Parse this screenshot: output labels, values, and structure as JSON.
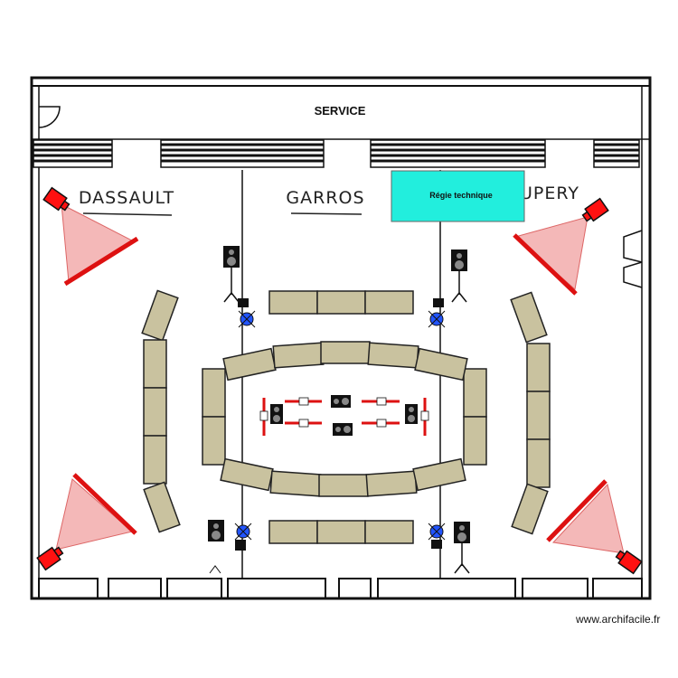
{
  "plan": {
    "service_label": "SERVICE",
    "rooms": [
      "DASSAULT",
      "GARROS",
      "UPERY"
    ],
    "regie_label": "Régie technique",
    "watermark": "www.archifacile.fr",
    "colors": {
      "wall": "#111111",
      "seat": "#c9c29f",
      "regie": "#22eedd",
      "projector": "#ff1111",
      "screen": "#dd1111",
      "beam": "#f4b8b8",
      "light": "#2255ff"
    }
  }
}
